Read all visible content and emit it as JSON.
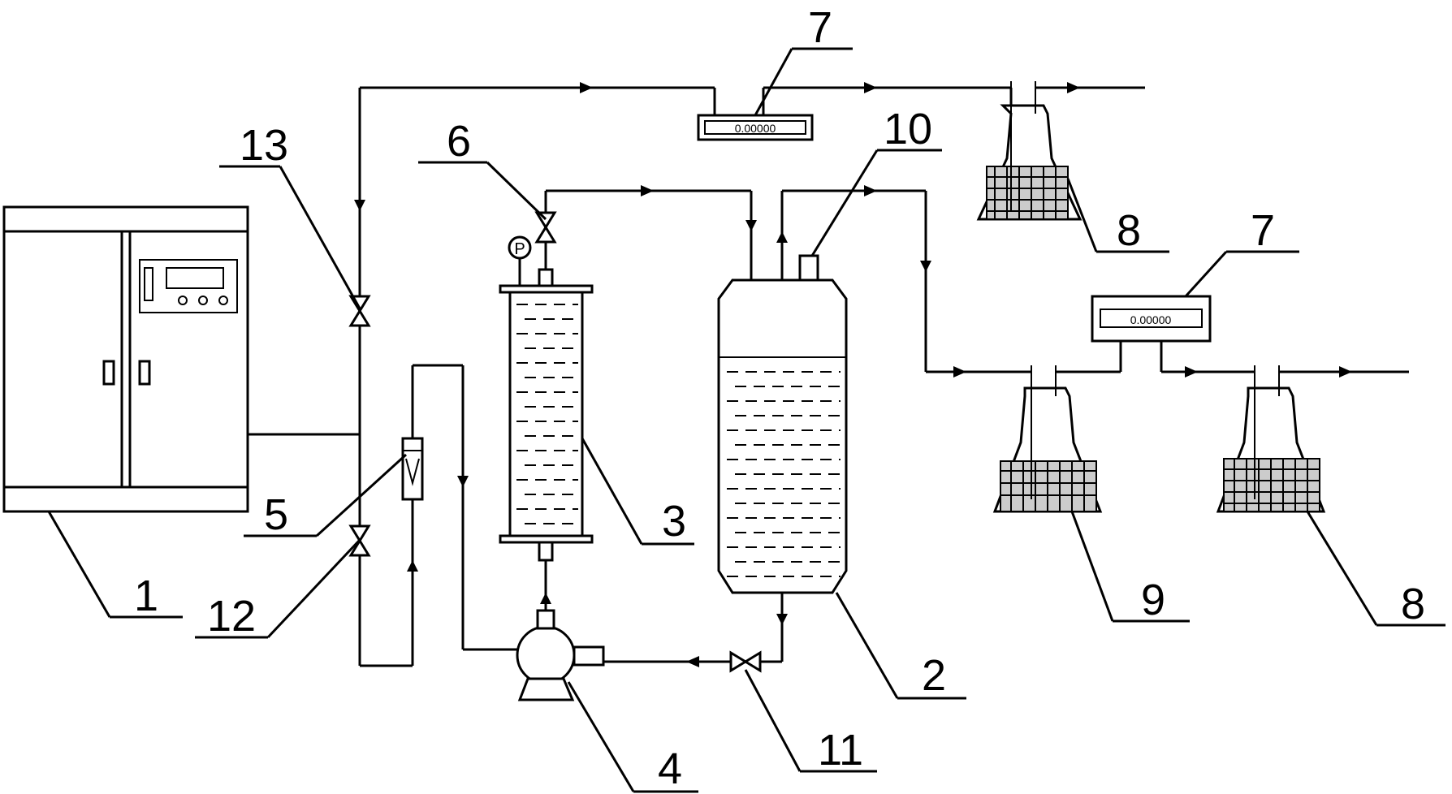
{
  "labels": {
    "n1": "1",
    "n2": "2",
    "n3": "3",
    "n4": "4",
    "n5": "5",
    "n6": "6",
    "n7a": "7",
    "n7b": "7",
    "n8a": "8",
    "n8b": "8",
    "n9": "9",
    "n10": "10",
    "n11": "11",
    "n12": "12",
    "n13": "13"
  },
  "meter_display": {
    "top": "0.00000",
    "right": "0.00000"
  },
  "gauge_symbol": "P"
}
